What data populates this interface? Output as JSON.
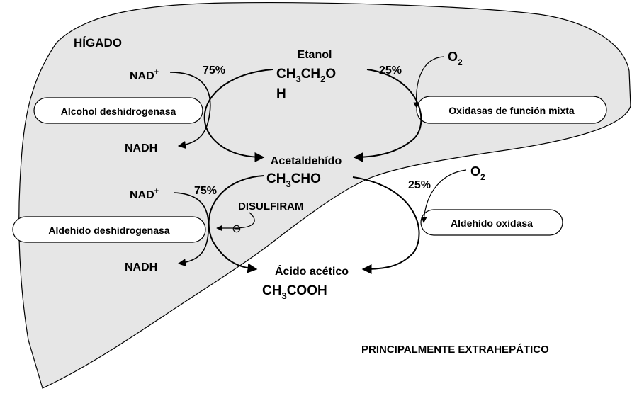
{
  "region_label": "HÍGADO",
  "extrahepatic_label": "PRINCIPALMENTE EXTRAHEPÁTICO",
  "compounds": {
    "ethanol": {
      "name": "Etanol",
      "formula_a": "CH",
      "formula_b": "3",
      "formula_c": "CH",
      "formula_d": "2",
      "formula_e": "O",
      "formula_f": "H"
    },
    "acetaldehyde": {
      "name": "Acetaldehído",
      "formula_a": "CH",
      "formula_b": "3",
      "formula_c": "CHO"
    },
    "acetic_acid": {
      "name": "Ácido acético",
      "formula_a": "CH",
      "formula_b": "3",
      "formula_c": "COOH"
    }
  },
  "enzymes": {
    "adh": "Alcohol deshidrogenasa",
    "mixed_function_oxidases": "Oxidasas de función mixta",
    "aldh": "Aldehído deshidrogenasa",
    "aldehyde_oxidase": "Aldehído oxidasa"
  },
  "cofactors": {
    "nad": "NAD",
    "nad_charge": "+",
    "nadh": "NADH",
    "o2_base": "O",
    "o2_sub": "2"
  },
  "percentages": {
    "step1_adh": "75%",
    "step1_oxidase": "25%",
    "step2_aldh": "75%",
    "step2_oxidase": "25%"
  },
  "inhibitor": {
    "name": "DISULFIRAM",
    "symbol": "⊖"
  }
}
